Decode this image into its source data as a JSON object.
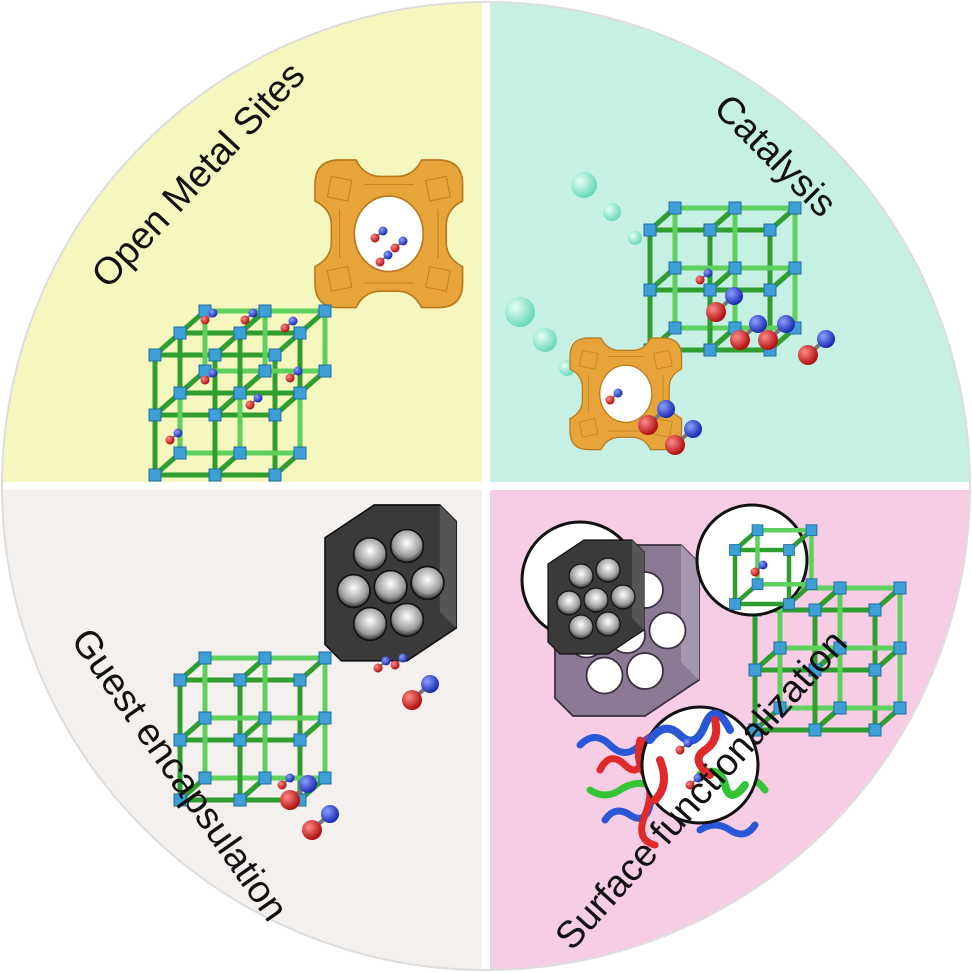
{
  "quadrants": [
    {
      "id": "open-metal-sites",
      "label": "Open Metal Sites",
      "color": "#f6f6bf"
    },
    {
      "id": "catalysis",
      "label": "Catalysis",
      "color": "#c5f0e3"
    },
    {
      "id": "guest-encapsulation",
      "label": "Guest encapsulation",
      "color": "#f4f0ee"
    },
    {
      "id": "surface-functionalization",
      "label": "Surface functionalization",
      "color": "#f6cde4"
    }
  ],
  "colors": {
    "framework_strut": "#3fbf3f",
    "framework_node": "#3d9fd6",
    "cage": "#e6a43a",
    "cage_edge": "#b9781c",
    "atom_red": "#d42020",
    "atom_blue": "#2a3fd6",
    "bubble": "#7fe3c5",
    "honeycomb_dark": "#3a3a3a",
    "honeycomb_purple": "#8c7a95",
    "divider": "#ffffff"
  },
  "icons": [
    "cubic-framework-icon",
    "cage-icon",
    "honeycomb-icon",
    "polymer-chain-icon",
    "molecule-icon",
    "bubble-icon",
    "magnifier-circle-icon"
  ]
}
